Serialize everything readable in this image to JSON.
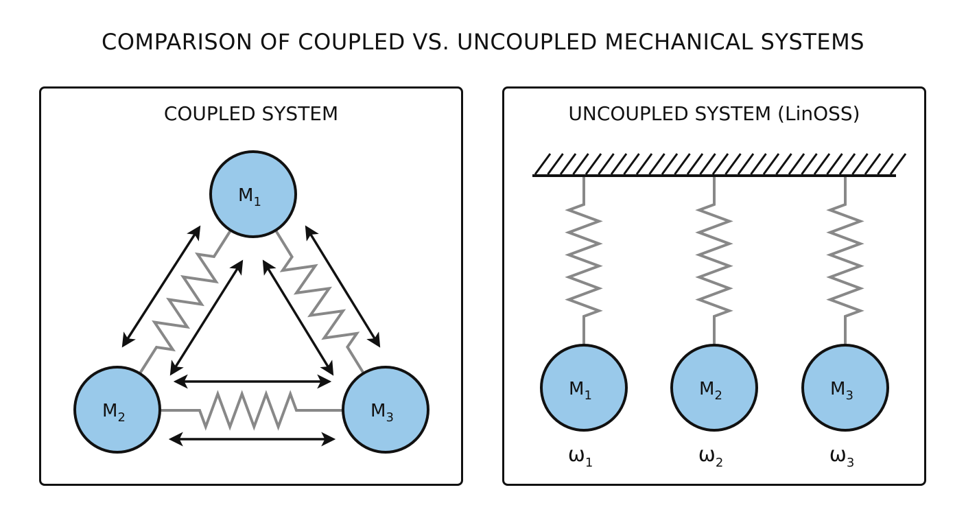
{
  "title": "COMPARISON OF COUPLED VS. UNCOUPLED MECHANICAL SYSTEMS",
  "colors": {
    "mass_fill": "#99c9ea",
    "mass_stroke": "#111111",
    "spring": "#888888",
    "arrow": "#111111",
    "border": "#111111"
  },
  "coupled": {
    "title": "COUPLED SYSTEM",
    "masses": [
      {
        "id": "m1",
        "label": "M",
        "sub": "1"
      },
      {
        "id": "m2",
        "label": "M",
        "sub": "2"
      },
      {
        "id": "m3",
        "label": "M",
        "sub": "3"
      }
    ],
    "springs": [
      {
        "from": "m1",
        "to": "m2"
      },
      {
        "from": "m1",
        "to": "m3"
      },
      {
        "from": "m2",
        "to": "m3"
      }
    ],
    "arrows": "double-headed force arrows on both sides of each spring"
  },
  "uncoupled": {
    "title": "UNCOUPLED SYSTEM (LinOSS)",
    "support": "fixed ceiling (hatched)",
    "masses": [
      {
        "id": "u1",
        "label": "M",
        "sub": "1",
        "freq": "ω",
        "freq_sub": "1"
      },
      {
        "id": "u2",
        "label": "M",
        "sub": "2",
        "freq": "ω",
        "freq_sub": "2"
      },
      {
        "id": "u3",
        "label": "M",
        "sub": "3",
        "freq": "ω",
        "freq_sub": "3"
      }
    ]
  }
}
